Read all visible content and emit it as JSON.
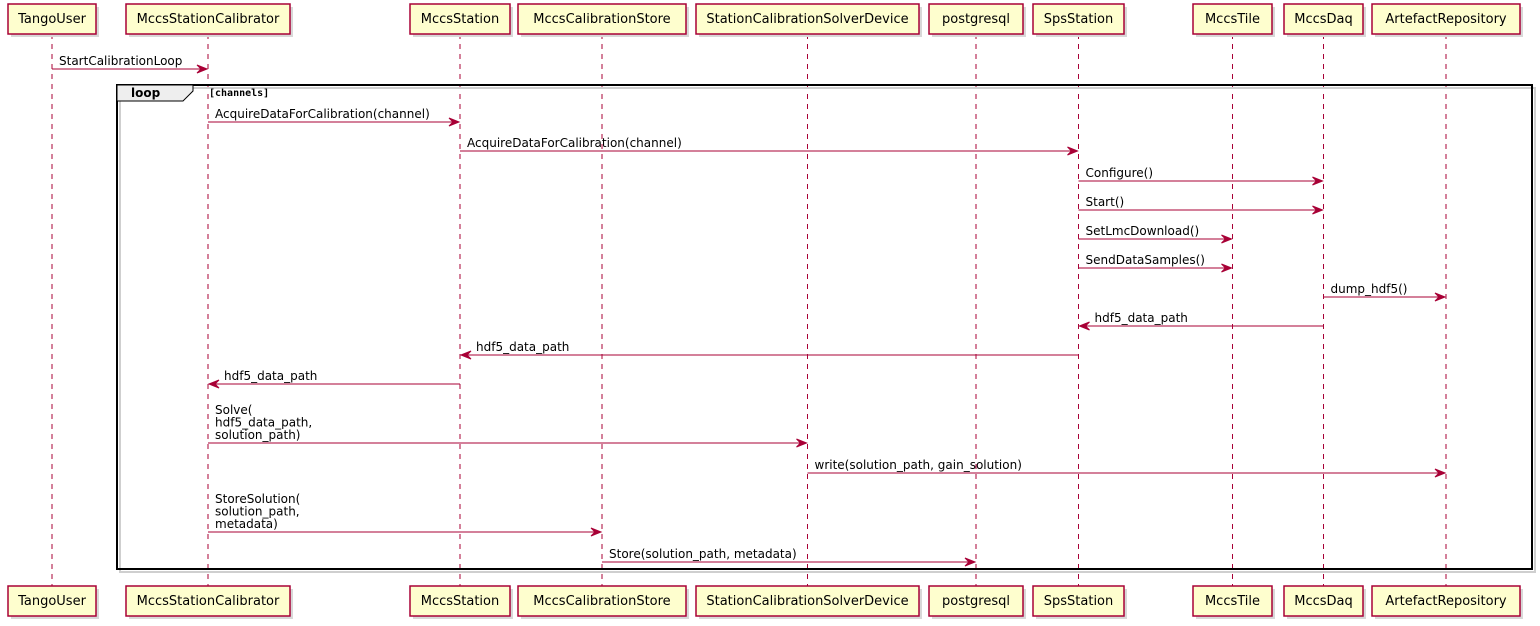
{
  "diagram": {
    "type": "sequence",
    "participants": [
      {
        "id": "TangoUser",
        "label": "TangoUser"
      },
      {
        "id": "MccsStationCalibrator",
        "label": "MccsStationCalibrator"
      },
      {
        "id": "MccsStation",
        "label": "MccsStation"
      },
      {
        "id": "MccsCalibrationStore",
        "label": "MccsCalibrationStore"
      },
      {
        "id": "StationCalibrationSolverDevice",
        "label": "StationCalibrationSolverDevice"
      },
      {
        "id": "postgresql",
        "label": "postgresql"
      },
      {
        "id": "SpsStation",
        "label": "SpsStation"
      },
      {
        "id": "MccsTile",
        "label": "MccsTile"
      },
      {
        "id": "MccsDaq",
        "label": "MccsDaq"
      },
      {
        "id": "ArtefactRepository",
        "label": "ArtefactRepository"
      }
    ],
    "fragment": {
      "kind": "loop",
      "guard": "[channels]"
    },
    "messages": [
      {
        "from": "TangoUser",
        "to": "MccsStationCalibrator",
        "label": [
          "StartCalibrationLoop"
        ]
      },
      {
        "from": "MccsStationCalibrator",
        "to": "MccsStation",
        "label": [
          "AcquireDataForCalibration(channel)"
        ]
      },
      {
        "from": "MccsStation",
        "to": "SpsStation",
        "label": [
          "AcquireDataForCalibration(channel)"
        ]
      },
      {
        "from": "SpsStation",
        "to": "MccsDaq",
        "label": [
          "Configure()"
        ]
      },
      {
        "from": "SpsStation",
        "to": "MccsDaq",
        "label": [
          "Start()"
        ]
      },
      {
        "from": "SpsStation",
        "to": "MccsTile",
        "label": [
          "SetLmcDownload()"
        ]
      },
      {
        "from": "SpsStation",
        "to": "MccsTile",
        "label": [
          "SendDataSamples()"
        ]
      },
      {
        "from": "MccsDaq",
        "to": "ArtefactRepository",
        "label": [
          "dump_hdf5()"
        ]
      },
      {
        "from": "MccsDaq",
        "to": "SpsStation",
        "label": [
          "hdf5_data_path"
        ]
      },
      {
        "from": "SpsStation",
        "to": "MccsStation",
        "label": [
          "hdf5_data_path"
        ]
      },
      {
        "from": "MccsStation",
        "to": "MccsStationCalibrator",
        "label": [
          "hdf5_data_path"
        ]
      },
      {
        "from": "MccsStationCalibrator",
        "to": "StationCalibrationSolverDevice",
        "label": [
          "Solve(",
          "        hdf5_data_path,",
          "        solution_path)"
        ]
      },
      {
        "from": "StationCalibrationSolverDevice",
        "to": "ArtefactRepository",
        "label": [
          "write(solution_path, gain_solution)"
        ]
      },
      {
        "from": "MccsStationCalibrator",
        "to": "MccsCalibrationStore",
        "label": [
          "StoreSolution(",
          "        solution_path,",
          "        metadata)"
        ]
      },
      {
        "from": "MccsCalibrationStore",
        "to": "postgresql",
        "label": [
          "Store(solution_path, metadata)"
        ]
      }
    ]
  }
}
